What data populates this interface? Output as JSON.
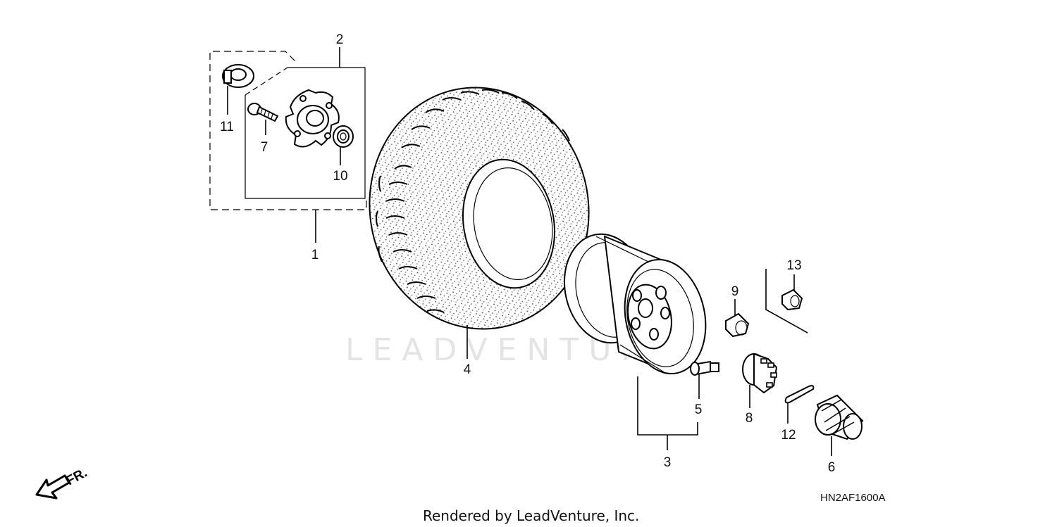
{
  "diagram": {
    "watermark": "LEADVENTURE",
    "drawing_code": "HN2AF1600A",
    "credit": "Rendered by LeadVenture, Inc.",
    "front_marker": "FR.",
    "callouts": {
      "c1": "1",
      "c2": "2",
      "c3": "3",
      "c4": "4",
      "c5": "5",
      "c6": "6",
      "c7": "7",
      "c8": "8",
      "c9": "9",
      "c10": "10",
      "c11": "11",
      "c12": "12",
      "c13": "13"
    }
  }
}
